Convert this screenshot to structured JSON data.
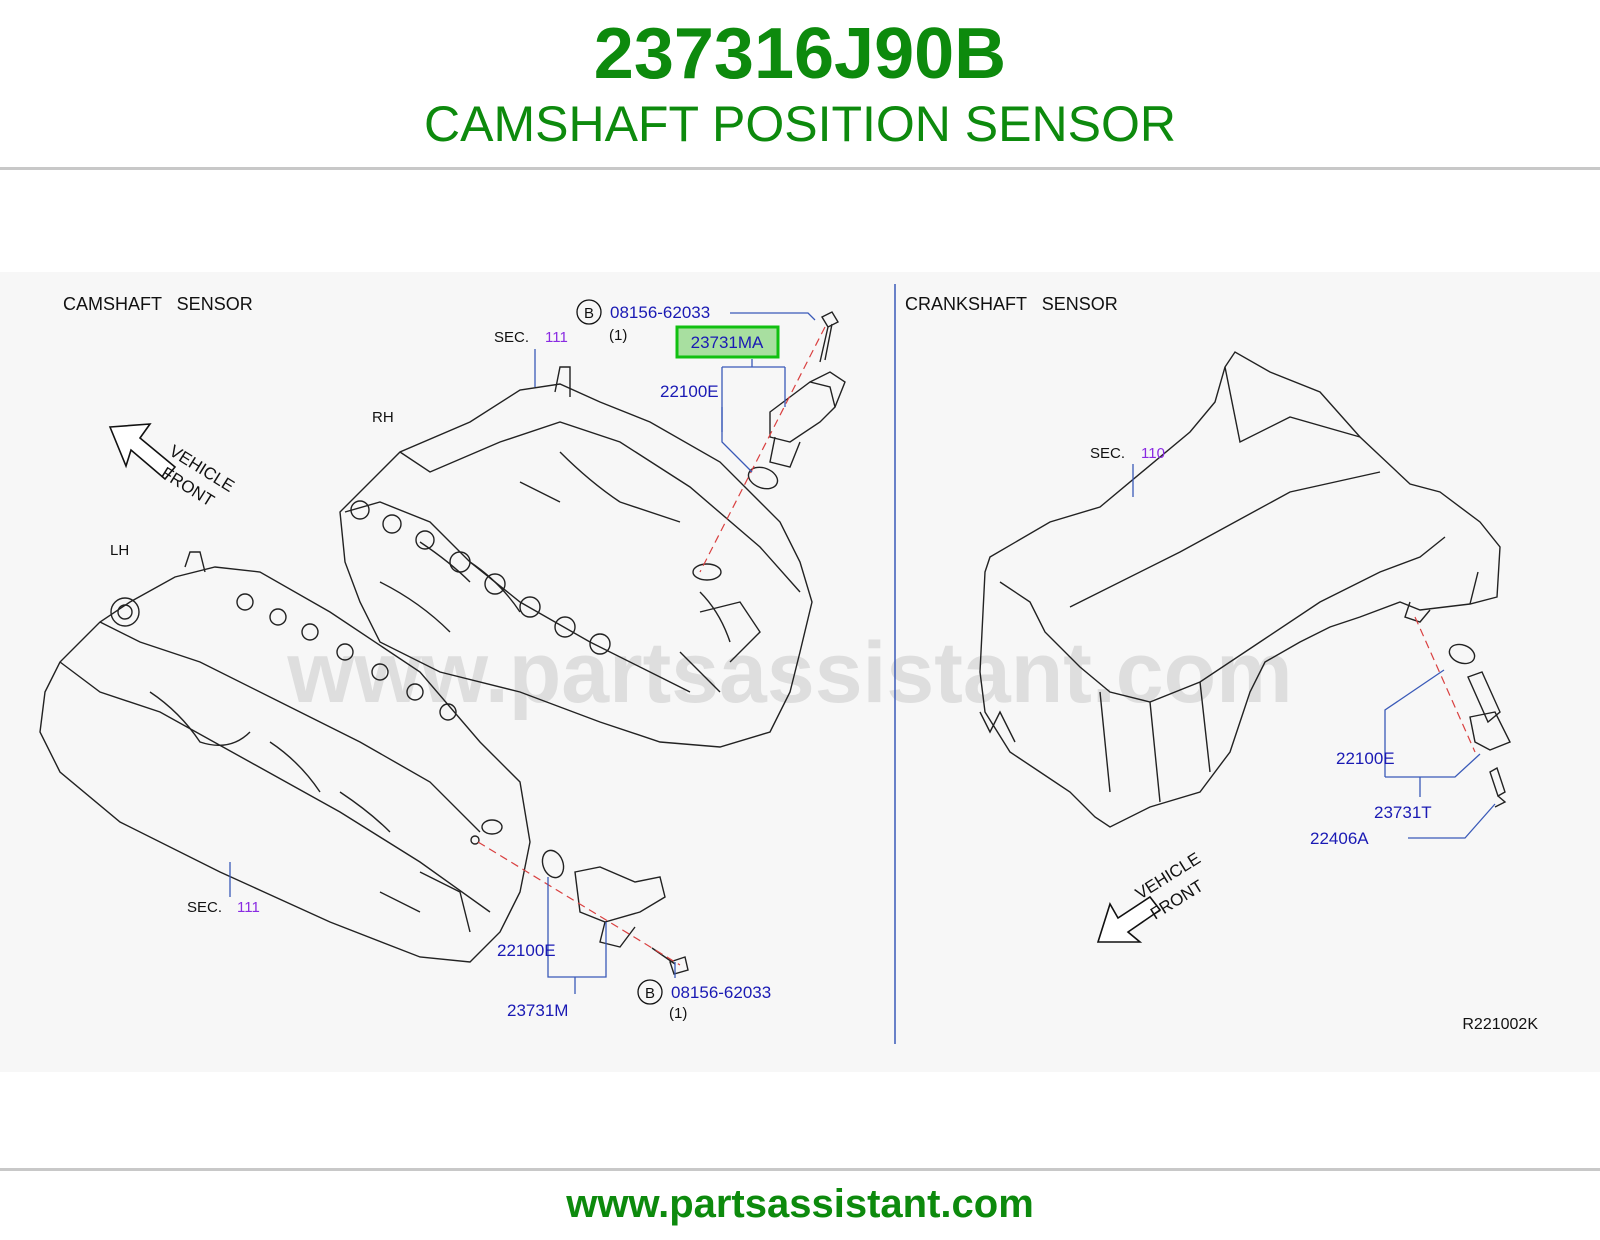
{
  "header": {
    "part_number": "237316J90B",
    "part_name": "CAMSHAFT POSITION SENSOR"
  },
  "diagram": {
    "watermark": "www.partsassistant.com",
    "left_panel": {
      "title": "CAMSHAFT   SENSOR",
      "labels": {
        "sec_top_prefix": "SEC.",
        "sec_top_num": "111",
        "sec_bottom_prefix": "SEC.",
        "sec_bottom_num": "111",
        "rh": "RH",
        "lh": "LH",
        "vehicle": "VEHICLE",
        "front": "FRONT",
        "bolt_top_code": "B",
        "bolt_top_part": "08156-62033",
        "bolt_top_qty": "(1)",
        "highlighted_part": "23731MA",
        "oring_top": "22100E",
        "oring_bottom": "22100E",
        "sensor_bottom": "23731M",
        "bolt_bottom_code": "B",
        "bolt_bottom_part": "08156-62033",
        "bolt_bottom_qty": "(1)"
      }
    },
    "right_panel": {
      "title": "CRANKSHAFT   SENSOR",
      "labels": {
        "sec_prefix": "SEC.",
        "sec_num": "110",
        "oring": "22100E",
        "sensor": "23731T",
        "bolt": "22406A",
        "vehicle": "VEHICLE",
        "front": "FRONT"
      }
    },
    "reference_code": "R221002K"
  },
  "footer": {
    "url": "www.partsassistant.com"
  },
  "colors": {
    "brand_green": "#0d8a0d",
    "part_blue": "#1a1ab4",
    "sec_purple": "#8a2be2",
    "highlight_border": "#11c011",
    "highlight_fill": "#a8dfa0",
    "leader_line": "#3a5ab8",
    "dash_red": "#d94040"
  }
}
